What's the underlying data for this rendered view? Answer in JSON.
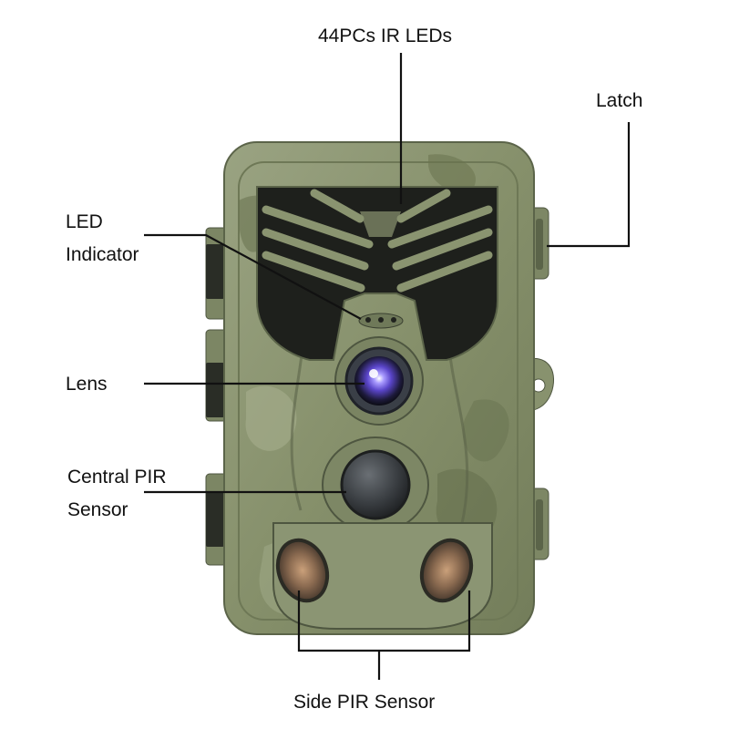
{
  "labels": {
    "ir_leds": "44PCs IR LEDs",
    "latch": "Latch",
    "led_indicator_line1": "LED",
    "led_indicator_line2": "Indicator",
    "lens": "Lens",
    "central_pir_line1": "Central PIR",
    "central_pir_line2": "Sensor",
    "side_pir": "Side PIR Sensor"
  },
  "colors": {
    "camo_base": "#8a9470",
    "camo_dark": "#5f6a4c",
    "camo_light": "#a8b092",
    "ir_panel": "#1d1f1b",
    "lens_ring": "#2b2f3f",
    "lens_glow": "#6f57d8",
    "callout_line": "#111111"
  },
  "icons": [
    "trail-camera-illustration"
  ]
}
